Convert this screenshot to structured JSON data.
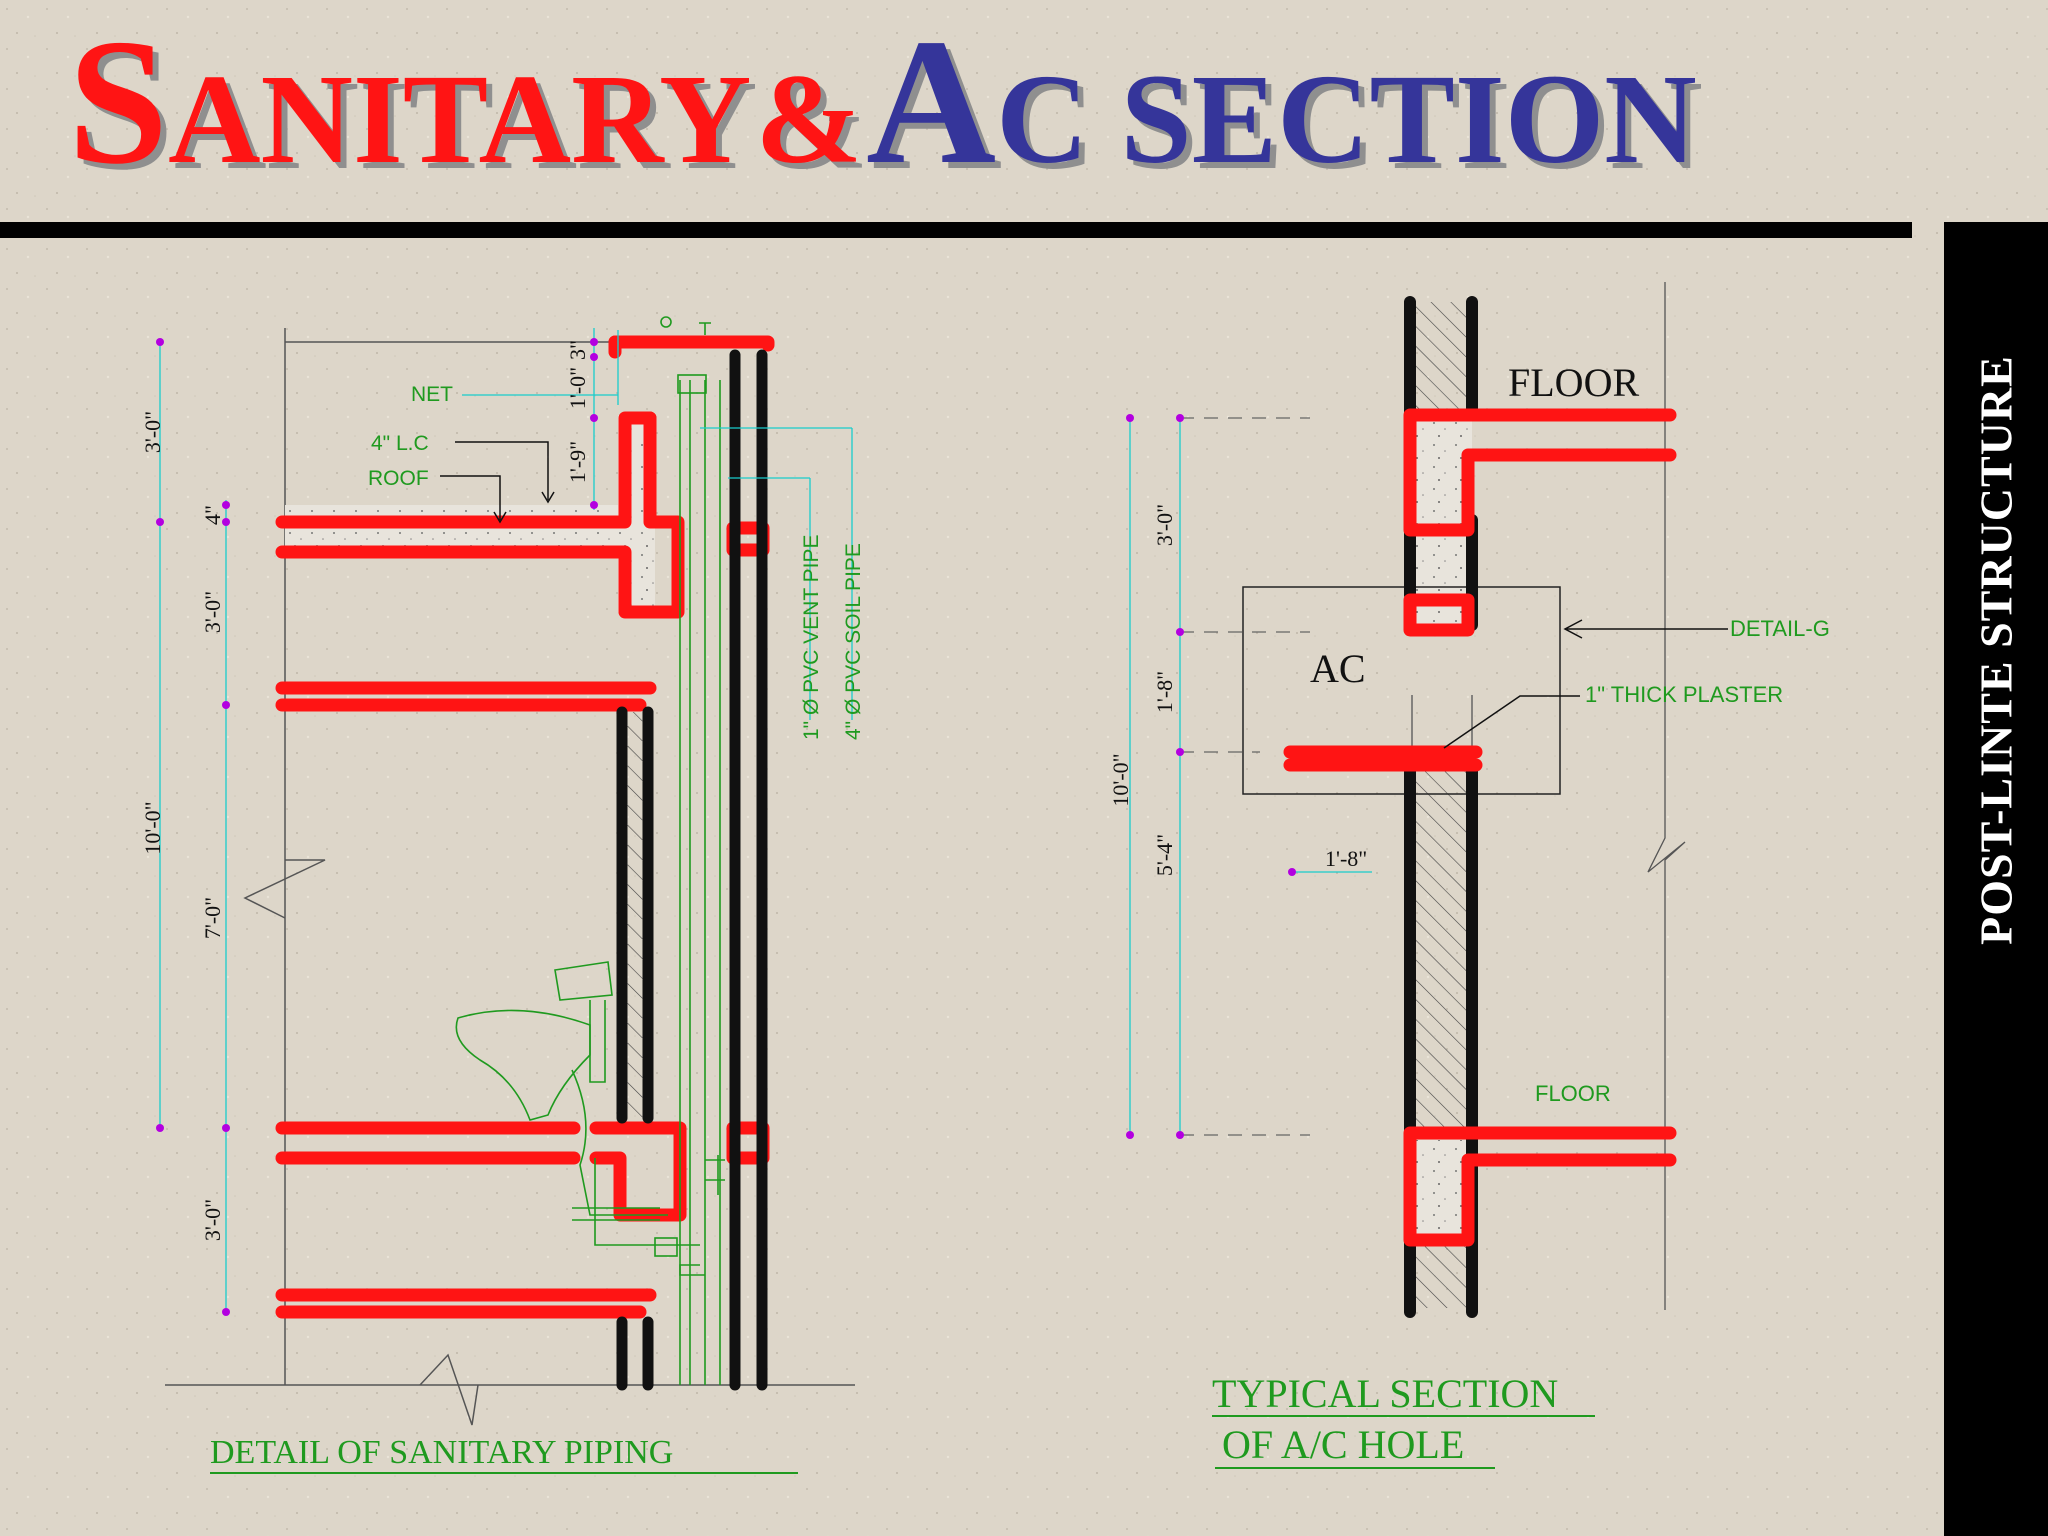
{
  "title": {
    "s": "S",
    "anitary": "ANITARY",
    "amp": "&",
    "a": "A",
    "c_section": "C SECTION"
  },
  "sidebar_label": "POST-LINTE  STRUCTURE",
  "colors": {
    "slab": "#ff1414",
    "title_blue": "#35359a",
    "annotation": "#1f9a1f",
    "dimension": "#19cccc",
    "background": "#ddd6c9"
  },
  "sanitary": {
    "caption": "DETAIL OF SANITARY PIPING",
    "labels": {
      "net": "NET",
      "lc": "4\" L.C",
      "roof": "ROOF",
      "vent": "1\" Ø PVC VENT PIPE",
      "soil": "4\" Ø PVC SOIL PIPE"
    },
    "dims_left": [
      "3'-0\"",
      "10'-0\""
    ],
    "dims_mid": [
      "4\"",
      "3'-0\"",
      "7'-0\"",
      "3'-0\""
    ],
    "dims_top": [
      "3\"",
      "1'-0\"",
      "1'-9\""
    ]
  },
  "ac": {
    "caption_line1": "TYPICAL SECTION",
    "caption_line2": "OF A/C HOLE",
    "floor_top": "FLOOR",
    "floor_bottom": "FLOOR",
    "ac_label": "AC",
    "detail": "DETAIL-G",
    "plaster": "1\" THICK PLASTER",
    "dims_left": [
      "10'-0\""
    ],
    "dims_mid": [
      "3'-0\"",
      "1'-8\"",
      "5'-4\""
    ],
    "dim_width": "1'-8\""
  }
}
